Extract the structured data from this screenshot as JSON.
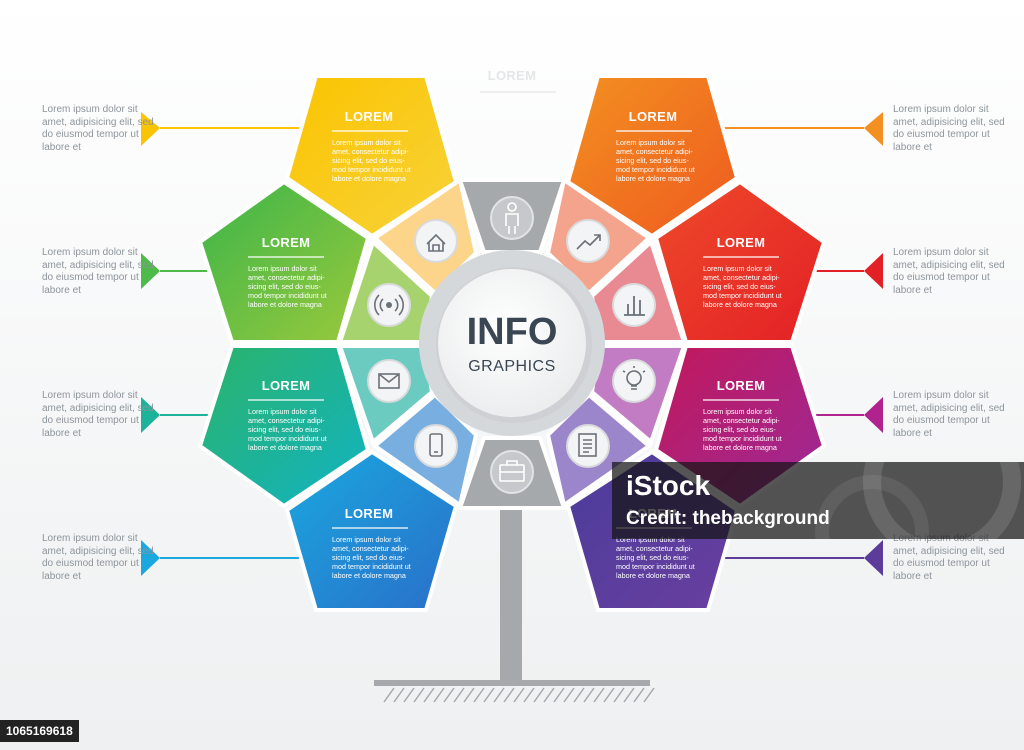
{
  "center": {
    "title": "INFO",
    "subtitle": "GRAPHICS"
  },
  "side_text": "Lorem ipsum dolor sit amet, adipisicing elit, sed do eiusmod tempor ut labore et",
  "panel_title": "LOREM",
  "panel_body": "Lorem ipsum dolor sit amet, consectetur adipi-sicing elit, sed do eius-mod tempor incididunt ut labore et dolore magna",
  "ghost_title": "LOREM",
  "panels": [
    {
      "id": "yellow",
      "color": "#f8b51c",
      "icon": "home-icon"
    },
    {
      "id": "orange",
      "color": "#f07a1e",
      "icon": "growth-arrow-icon"
    },
    {
      "id": "green",
      "color": "#7dc142",
      "icon": "wireless-signal-icon"
    },
    {
      "id": "red",
      "color": "#e83228",
      "icon": "bar-chart-icon"
    },
    {
      "id": "teal",
      "color": "#1db39a",
      "icon": "envelope-icon"
    },
    {
      "id": "magenta",
      "color": "#b0238e",
      "icon": "lightbulb-icon"
    },
    {
      "id": "blue",
      "color": "#2a86d6",
      "icon": "smartphone-icon"
    },
    {
      "id": "purple",
      "color": "#5b3c9a",
      "icon": "document-icon"
    }
  ],
  "gray_icons": [
    "person-icon",
    "briefcase-icon"
  ],
  "watermark": {
    "brand": "iStock",
    "credit": "Credit: thebackground"
  },
  "image_id": "1065169618"
}
